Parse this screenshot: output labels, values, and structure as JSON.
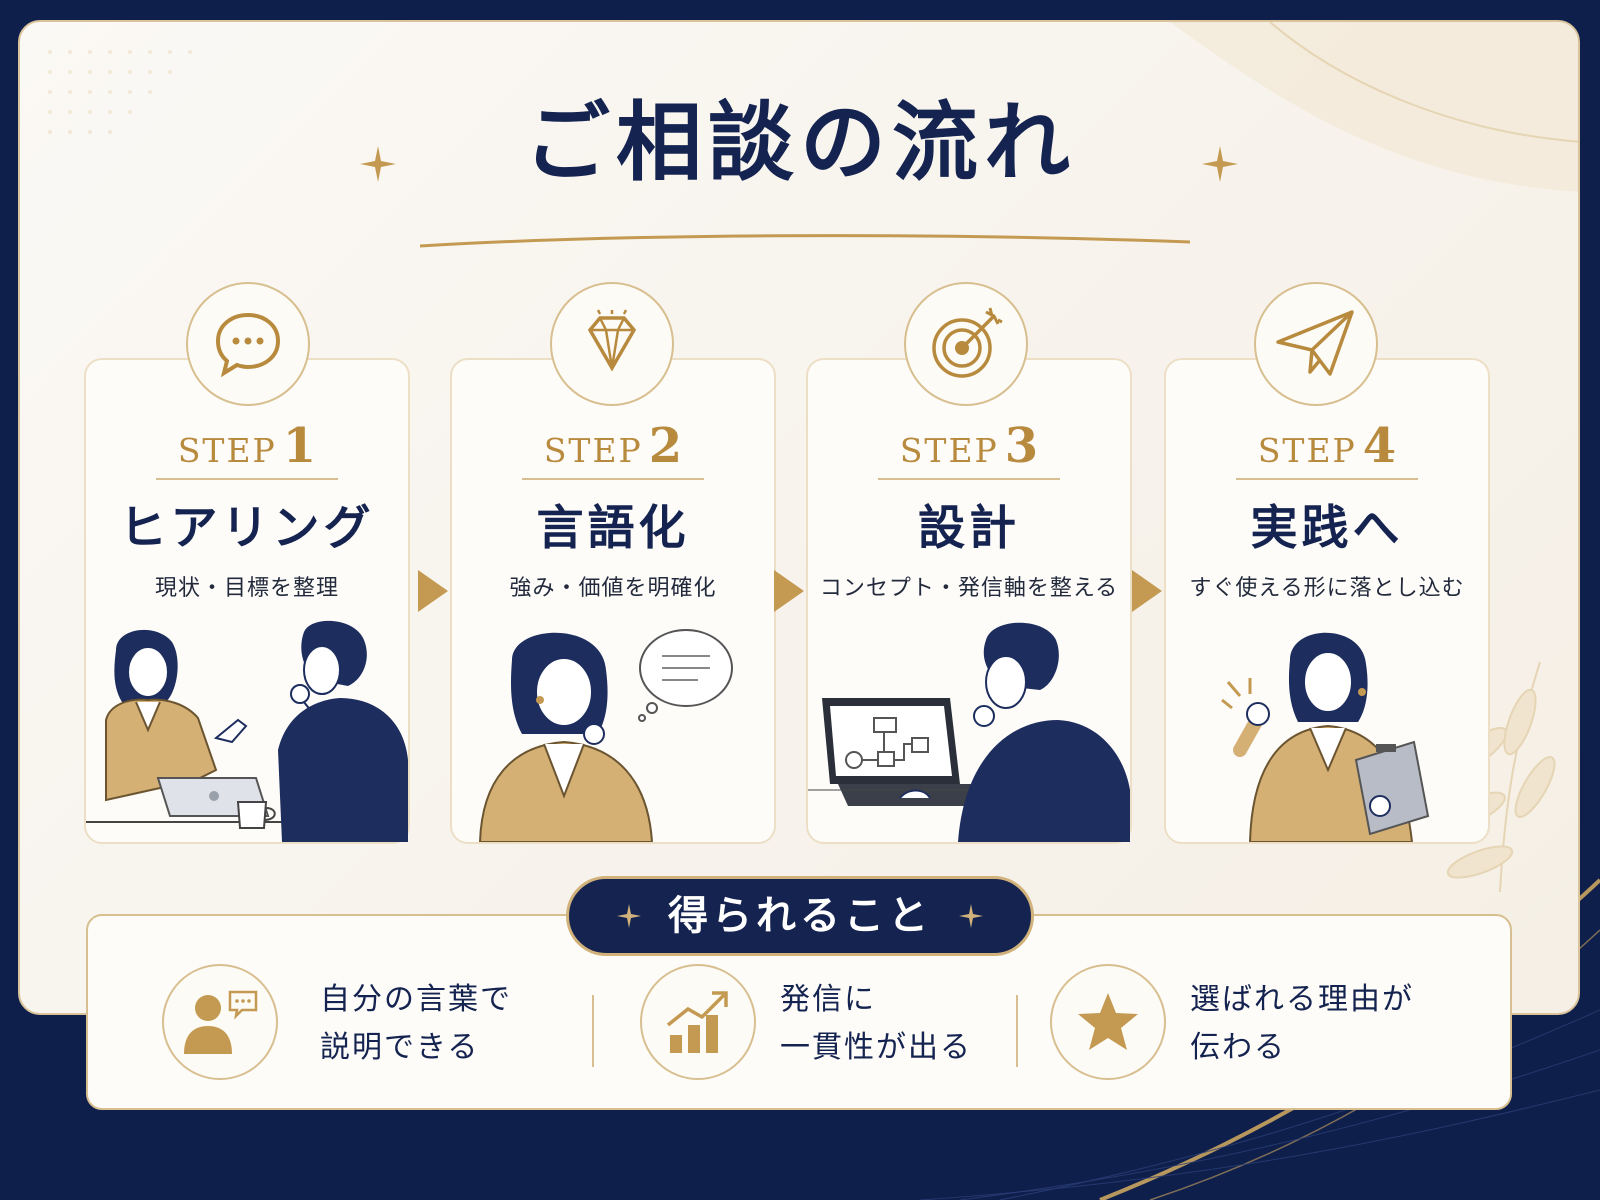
{
  "title": "ご相談の流れ",
  "steps": [
    {
      "word": "STEP",
      "num": "1",
      "name": "ヒアリング",
      "sub": "現状・目標を整理",
      "icon": "speech-bubble-icon"
    },
    {
      "word": "STEP",
      "num": "2",
      "name": "言語化",
      "sub": "強み・価値を明確化",
      "icon": "diamond-icon"
    },
    {
      "word": "STEP",
      "num": "3",
      "name": "設計",
      "sub": "コンセプト・発信軸を整える",
      "icon": "target-icon"
    },
    {
      "word": "STEP",
      "num": "4",
      "name": "実践へ",
      "sub": "すぐ使える形に落とし込む",
      "icon": "paper-plane-icon"
    }
  ],
  "benefits": {
    "label": "得られること",
    "items": [
      {
        "line1": "自分の言葉で",
        "line2": "説明できる",
        "icon": "person-speech-icon"
      },
      {
        "line1": "発信に",
        "line2": "一貫性が出る",
        "icon": "growth-chart-icon"
      },
      {
        "line1": "選ばれる理由が",
        "line2": "伝わる",
        "icon": "star-icon"
      }
    ]
  },
  "colors": {
    "navy": "#14234f",
    "gold": "#b88a3e",
    "panel": "#fbf9f5"
  }
}
